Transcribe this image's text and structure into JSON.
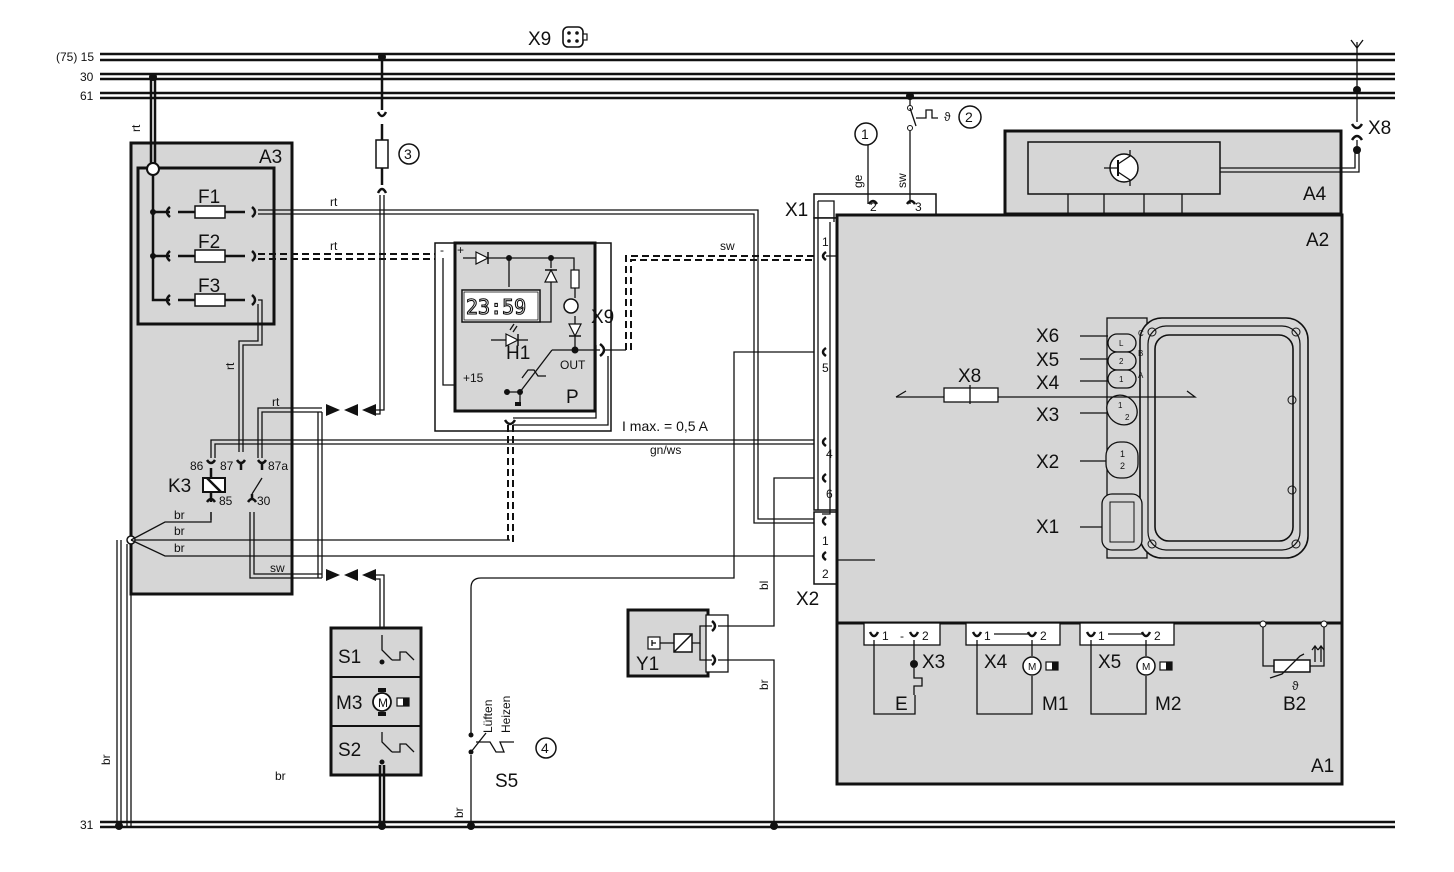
{
  "rails": {
    "r15": "(75) 15",
    "r30": "30",
    "r61": "61",
    "r31": "31"
  },
  "components": {
    "a1": "A1",
    "a2": "A2",
    "a3": "A3",
    "a4": "A4",
    "f1": "F1",
    "f2": "F2",
    "f3": "F3",
    "k3": "K3",
    "h1": "H1",
    "p": "P",
    "s1": "S1",
    "m3": "M3",
    "s2": "S2",
    "s5": "S5",
    "y1": "Y1",
    "m1": "M1",
    "m2": "M2",
    "b2": "B2",
    "e": "E",
    "motor": "M"
  },
  "connectors": {
    "x1_top": "X1",
    "x2_bottom": "X2",
    "x9_top": "X9",
    "x9_timer": "X9",
    "x8_ant": "X8",
    "x8_inside": "X8",
    "x6": "X6",
    "x5": "X5",
    "x4": "X4",
    "x3": "X3",
    "x2": "X2",
    "x1": "X1",
    "x3_bot": "X3",
    "x4_bot": "X4",
    "x5_bot": "X5"
  },
  "pins": {
    "p86": "86",
    "p87": "87",
    "p87a": "87a",
    "p85": "85",
    "p30": "30",
    "x1_1": "1",
    "x1_2": "2",
    "x1_3": "3",
    "x1_5": "5",
    "x1_4": "4",
    "x1_6": "6",
    "x2_1": "1",
    "x2_2": "2",
    "b_1a": "1",
    "b_dash": "-",
    "b_2a": "2",
    "b_1b": "1",
    "b_2b": "2",
    "b_1c": "1",
    "b_2c": "2",
    "plus15": "+15",
    "out": "OUT",
    "plus": "+",
    "minus": "-"
  },
  "wires": {
    "rt1": "rt",
    "rt2": "rt",
    "rt3": "rt",
    "rt4": "rt",
    "rt5": "rt",
    "sw1": "sw",
    "sw2": "sw",
    "sw3": "sw",
    "ge": "ge",
    "br1": "br",
    "br2": "br",
    "br3": "br",
    "br4": "br",
    "br5": "br",
    "br6": "br",
    "br7": "br",
    "bl": "bl",
    "gnws": "gn/ws"
  },
  "notes": {
    "imax": "I max. = 0,5 A",
    "c1": "1",
    "c2": "2",
    "c3": "3",
    "c4": "4",
    "theta1": "ϑ",
    "theta2": "ϑ",
    "lueften": "Lüften",
    "heizen": "Heizen",
    "clock": "23:59"
  },
  "mini_pins": {
    "x6a": "L",
    "x6b": "C",
    "x5a": "2",
    "x5b": "B",
    "x4a": "1",
    "x4b": "A",
    "x3a": "1",
    "x3b": "2",
    "x2a": "1",
    "x2b": "2"
  }
}
